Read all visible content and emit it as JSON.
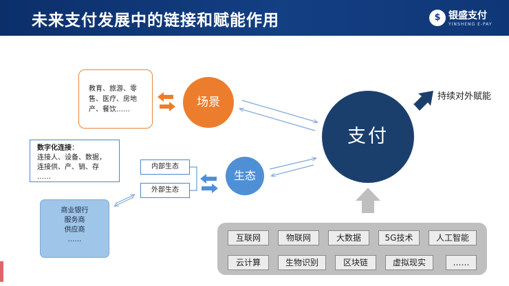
{
  "header": {
    "title": "未来支付发展中的链接和赋能作用"
  },
  "logo": {
    "mark": "$",
    "name": "银盛支付",
    "sub": "YINSHENG E-PAY"
  },
  "scene_box": {
    "lines": [
      "教育、旅游、零",
      "售、医疗、房地",
      "产、餐饮……"
    ]
  },
  "digital_box": {
    "heading": "数字化连接",
    "colon": "：",
    "lines": [
      "连接人、设备、数据，",
      "连接供、产、销、存",
      "……"
    ]
  },
  "bank_box": {
    "lines": [
      "商业银行",
      "服务商",
      "供应商",
      "……"
    ]
  },
  "tags": {
    "inner": "内部生态",
    "outer": "外部生态"
  },
  "nodes": {
    "scene": "场景",
    "eco": "生态",
    "pay": "支付"
  },
  "continue_label": "持续对外赋能",
  "tech": {
    "row1": [
      "互联网",
      "物联网",
      "大数据",
      "5G技术",
      "人工智能"
    ],
    "row2": [
      "云计算",
      "生物识别",
      "区块链",
      "虚拟现实",
      "……"
    ]
  }
}
